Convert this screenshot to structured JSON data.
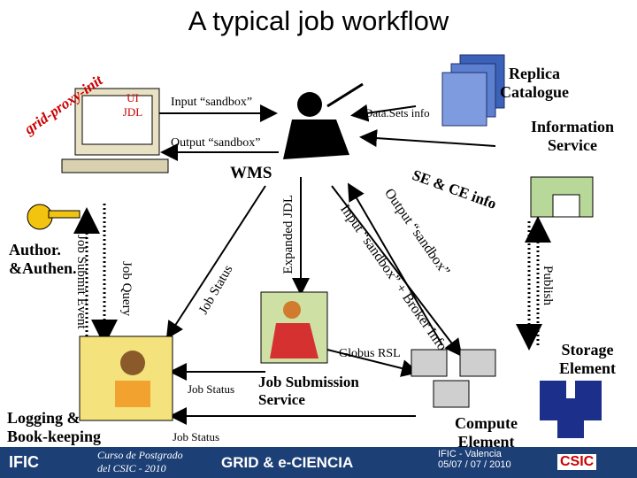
{
  "title": "A typical job workflow",
  "ui_jdl": {
    "line1": "UI",
    "line2": "JDL"
  },
  "input_sandbox": "Input “sandbox”",
  "output_sandbox": "Output “sandbox”",
  "datasets_info": "Data.Sets info",
  "replica_catalogue": {
    "line1": "Replica",
    "line2": "Catalogue"
  },
  "information_service": {
    "line1": "Information",
    "line2": "Service"
  },
  "wms": "WMS",
  "grid_proxy_init": "grid-proxy-init",
  "se_ce_info": "SE & CE info",
  "output_sandbox_diag": "Output “sandbox”",
  "input_sandbox_broker": "Input “sandbox” + Broker Info",
  "expanded_jdl": "Expanded JDL",
  "job_status_diag": "Job Status",
  "job_query": "Job Query",
  "job_submit_event": "Job Submit Event",
  "author": {
    "line1": "Author.",
    "line2": "&Authen."
  },
  "publish": "Publish",
  "globus_rsl": "Globus RSL",
  "job_status_mid": "Job Status",
  "job_submission": {
    "line1": "Job Submission",
    "line2": "Service"
  },
  "job_status_bottom": "Job Status",
  "logging": {
    "line1": "Logging &",
    "line2": "Book-keeping"
  },
  "compute_element": {
    "line1": "Compute",
    "line2": "Element"
  },
  "storage_element": {
    "line1": "Storage",
    "line2": "Element"
  },
  "footer": {
    "ific": "IFIC",
    "course": "Curso de Postgrado",
    "course2": "del CSIC - 2010",
    "banner": "GRID & e-CIENCIA",
    "place": "IFIC - Valencia",
    "dates": "05/07 / 07 / 2010",
    "csic": "CSIC"
  },
  "colors": {
    "accent": "#cc0000",
    "footer": "#1c3f75",
    "arrow": "#000000"
  }
}
